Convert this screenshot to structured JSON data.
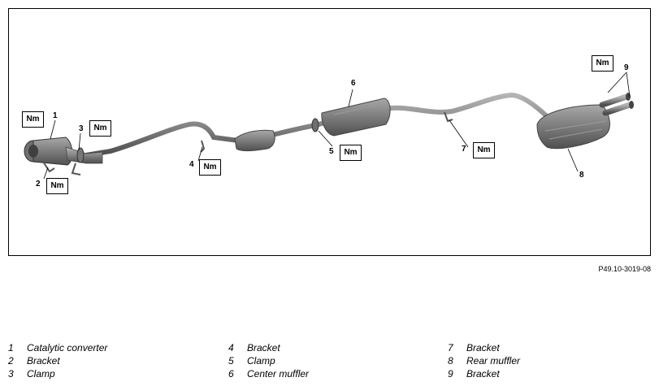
{
  "callouts": [
    {
      "n": "1",
      "torque": "Nm"
    },
    {
      "n": "2",
      "torque": "Nm"
    },
    {
      "n": "3",
      "torque": "Nm"
    },
    {
      "n": "4",
      "torque": "Nm"
    },
    {
      "n": "5",
      "torque": "Nm"
    },
    {
      "n": "6"
    },
    {
      "n": "7",
      "torque": "Nm"
    },
    {
      "n": "8"
    },
    {
      "n": "9",
      "torque": "Nm"
    }
  ],
  "figure_code": "P49.10-3019-08",
  "legend": [
    {
      "num": "1",
      "label": "Catalytic converter"
    },
    {
      "num": "2",
      "label": "Bracket"
    },
    {
      "num": "3",
      "label": "Clamp"
    },
    {
      "num": "4",
      "label": "Bracket"
    },
    {
      "num": "5",
      "label": "Clamp"
    },
    {
      "num": "6",
      "label": "Center muffler"
    },
    {
      "num": "7",
      "label": "Bracket"
    },
    {
      "num": "8",
      "label": "Rear muffler"
    },
    {
      "num": "9",
      "label": "Bracket"
    }
  ],
  "colors": {
    "pipe": "#8a8a8a",
    "pipe_dark": "#5c5c5c",
    "outline": "#000000"
  }
}
